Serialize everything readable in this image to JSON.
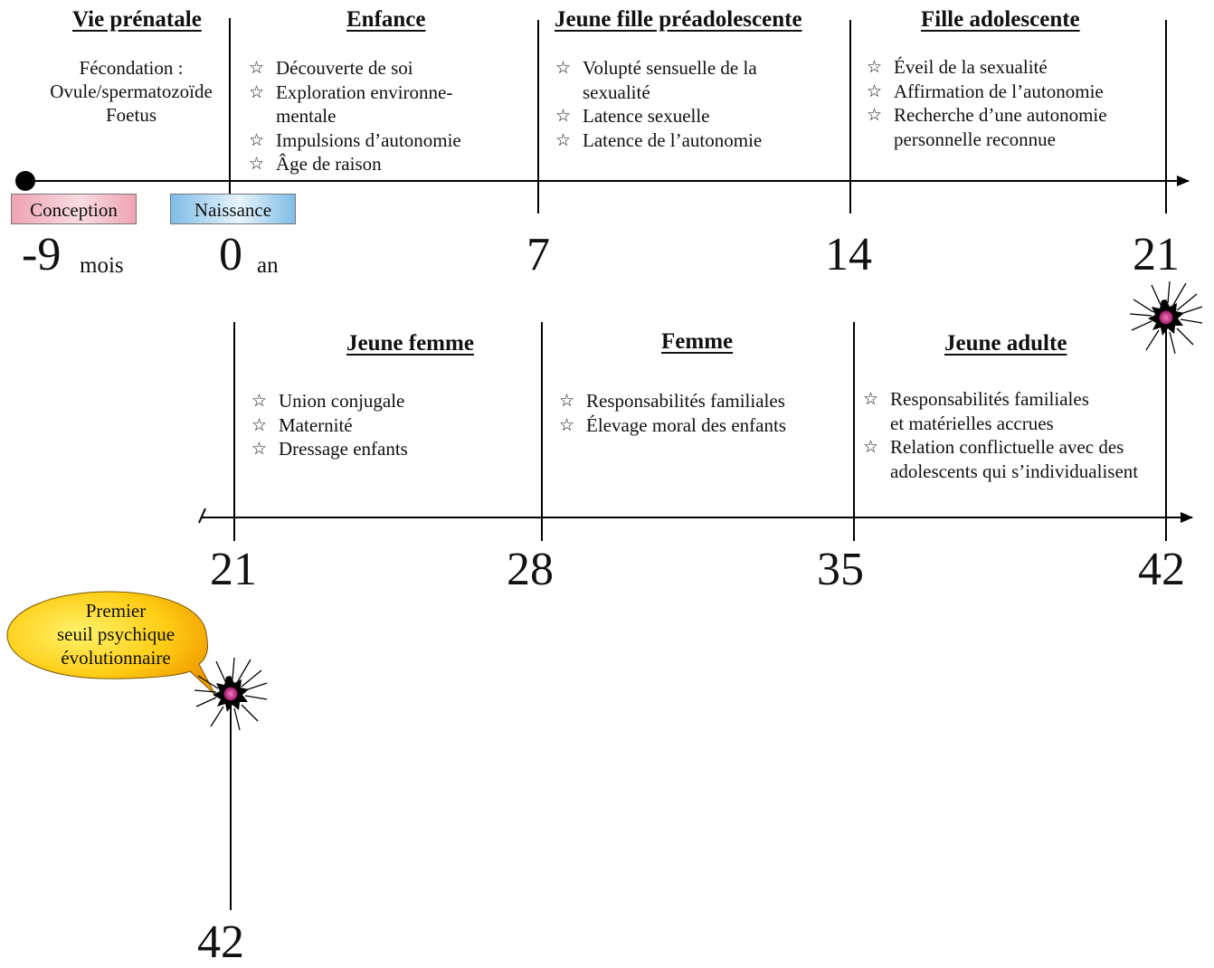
{
  "top": {
    "prenatal": {
      "title": "Vie prénatale",
      "lines": [
        "Fécondation :",
        "Ovule/spermatozoïde",
        "Foetus"
      ]
    },
    "sections": [
      {
        "title": "Enfance",
        "items": [
          "Découverte de soi",
          "Exploration environne-\nmentale",
          "Impulsions d’autonomie",
          "Âge de raison"
        ]
      },
      {
        "title": "Jeune fille préadolescente",
        "items": [
          "Volupté sensuelle de la\nsexualité",
          "Latence sexuelle",
          "Latence de l’autonomie"
        ]
      },
      {
        "title": "Fille adolescente",
        "items": [
          "Éveil de la sexualité",
          "Affirmation de l’autonomie",
          "Recherche d’une autonomie\npersonnelle reconnue"
        ]
      }
    ],
    "badges": {
      "conception": "Conception",
      "naissance": "Naissance"
    },
    "ticks": {
      "minus9": "-9",
      "mois": "mois",
      "zero": "0",
      "an": "an",
      "t7": "7",
      "t14": "14",
      "t21": "21"
    }
  },
  "bottom": {
    "sections": [
      {
        "title": "Jeune femme",
        "items": [
          "Union conjugale",
          "Maternité",
          "Dressage enfants"
        ]
      },
      {
        "title": "Femme",
        "items": [
          "Responsabilités familiales",
          "Élevage moral des enfants"
        ]
      },
      {
        "title": "Jeune adulte",
        "items": [
          "Responsabilités familiales\net matérielles accrues",
          "Relation conflictuelle avec des\nadolescents qui s’individualisent"
        ]
      }
    ],
    "ticks": {
      "t21": "21",
      "t28": "28",
      "t35": "35",
      "t42": "42"
    }
  },
  "threshold": {
    "bubble_lines": [
      "Premier",
      "seuil psychique",
      "évolutionnaire"
    ],
    "tick": "42"
  },
  "colors": {
    "line": "#000000",
    "conception_pink": "#eea3b2",
    "naissance_blue": "#7fbde6",
    "bubble_yellow": "#ffd21a",
    "bubble_orange": "#f0a000",
    "burst_center": "#c0287a"
  }
}
